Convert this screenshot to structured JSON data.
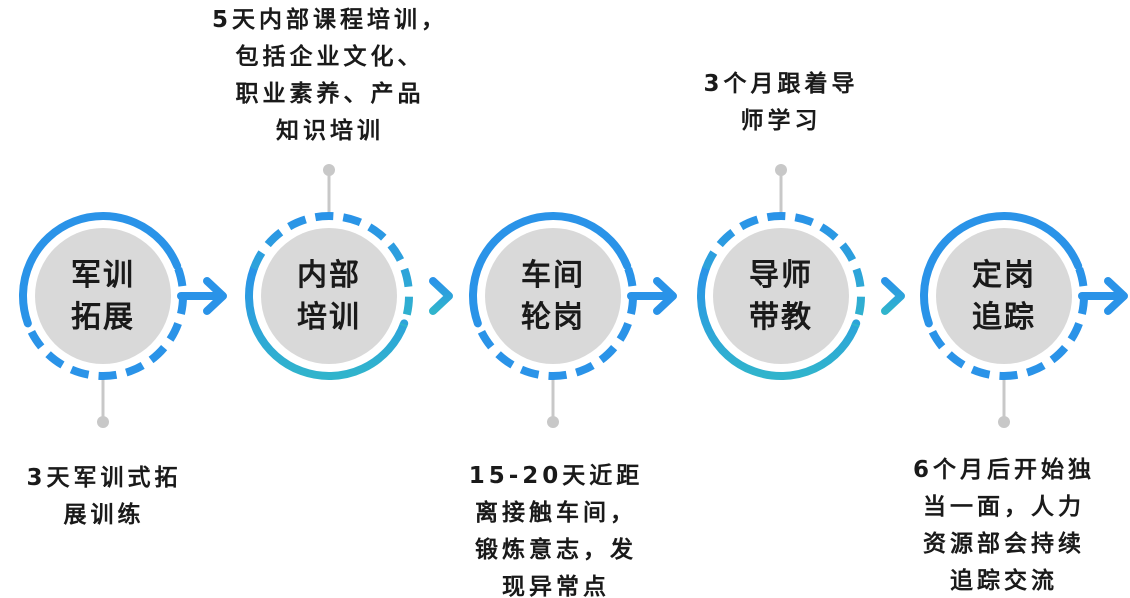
{
  "steps": [
    {
      "title_lines": [
        "军训",
        "拓展"
      ],
      "desc_lines": [
        "3天军训式拓",
        "展训练"
      ],
      "ring": "solid"
    },
    {
      "title_lines": [
        "内部",
        "培训"
      ],
      "desc_lines": [
        "5天内部课程培训，",
        "包括企业文化、",
        "职业素养、产品",
        "知识培训"
      ],
      "ring": "dashed-top"
    },
    {
      "title_lines": [
        "车间",
        "轮岗"
      ],
      "desc_lines": [
        "15-20天近距",
        "离接触车间，",
        "锻炼意志，发",
        "现异常点"
      ],
      "ring": "solid"
    },
    {
      "title_lines": [
        "导师",
        "带教"
      ],
      "desc_lines": [
        "3个月跟着导",
        "师学习"
      ],
      "ring": "dashed-top"
    },
    {
      "title_lines": [
        "定岗",
        "追踪"
      ],
      "desc_lines": [
        "6个月后开始独",
        "当一面，人力",
        "资源部会持续",
        "追踪交流"
      ],
      "ring": "solid"
    }
  ],
  "colors": {
    "blue": "#2a93e8",
    "teal": "#2aaed0",
    "node_fill": "#d9d9d9",
    "connector": "#c8c8c8",
    "text": "#1a1a1a"
  },
  "icons": {
    "connector_arrow": "chevron-right-arrow-icon"
  }
}
